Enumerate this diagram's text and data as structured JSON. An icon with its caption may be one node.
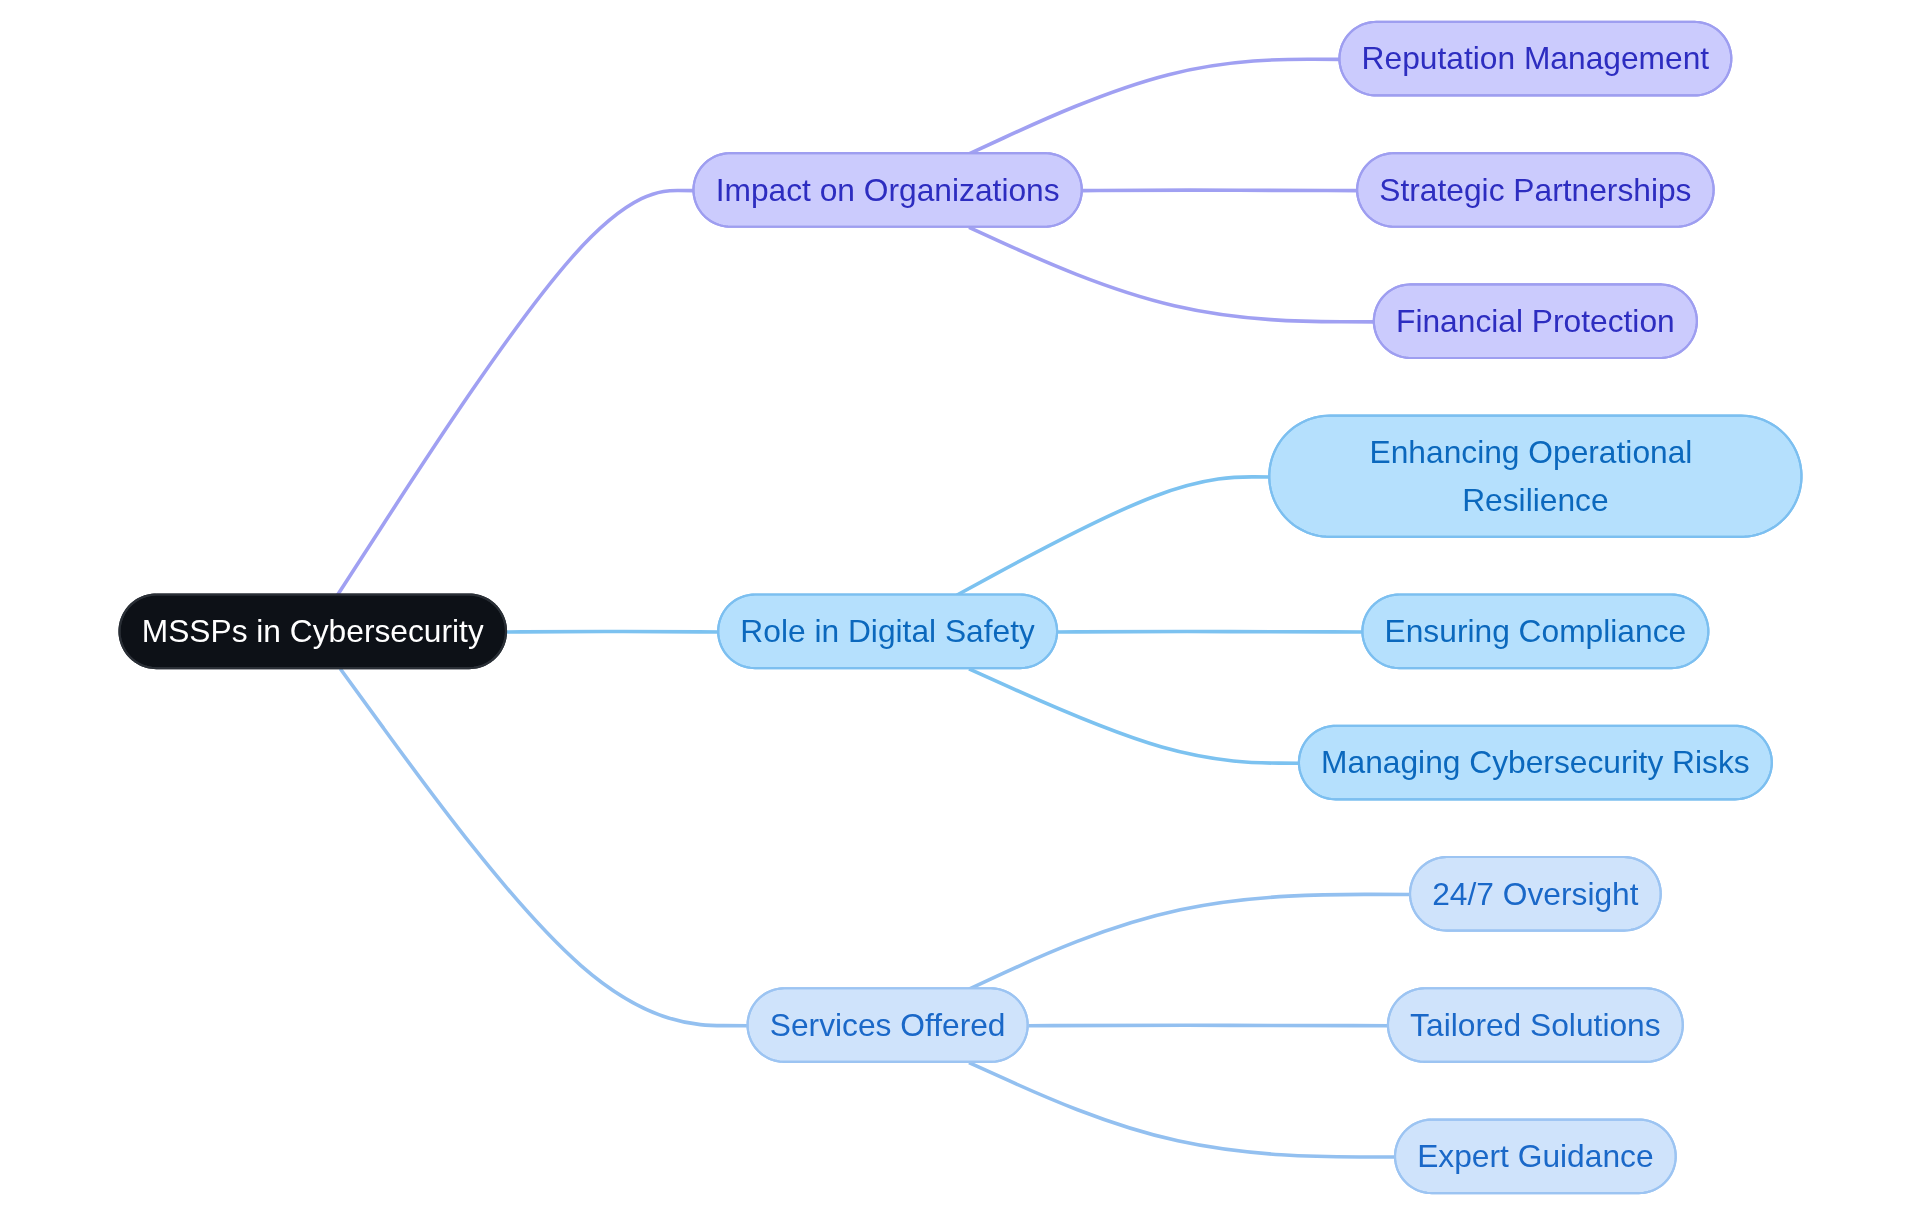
{
  "diagram": {
    "nodes": [
      {
        "text": [
          "MSSPs in Cybersecurity"
        ]
      },
      {
        "text": [
          "Impact on Organizations"
        ]
      },
      {
        "text": [
          "Reputation Management"
        ]
      },
      {
        "text": [
          "Strategic Partnerships"
        ]
      },
      {
        "text": [
          "Financial Protection"
        ]
      },
      {
        "text": [
          "Role in Digital Safety"
        ]
      },
      {
        "text": [
          "Enhancing Operational Resilience"
        ]
      },
      {
        "text": [
          "Ensuring Compliance"
        ]
      },
      {
        "text": [
          "Managing Cybersecurity Risks"
        ]
      },
      {
        "text": [
          "Services Offered"
        ]
      },
      {
        "text": [
          "24/7 Oversight"
        ]
      },
      {
        "text": [
          "Tailored Solutions"
        ]
      },
      {
        "text": [
          "Expert Guidance"
        ]
      }
    ],
    "edges": [
      {
        "from": 0,
        "to": 1,
        "arrow": "none",
        "color": "#a0a0f2"
      },
      {
        "from": 1,
        "to": 2,
        "arrow": "none",
        "color": "#a0a0f2"
      },
      {
        "from": 1,
        "to": 3,
        "arrow": "none",
        "color": "#a0a0f2"
      },
      {
        "from": 1,
        "to": 4,
        "arrow": "none",
        "color": "#a0a0f2"
      },
      {
        "from": 0,
        "to": 5,
        "arrow": "none",
        "color": "#7cc2f0"
      },
      {
        "from": 5,
        "to": 6,
        "arrow": "none",
        "color": "#7cc2f0"
      },
      {
        "from": 5,
        "to": 7,
        "arrow": "none",
        "color": "#7cc2f0"
      },
      {
        "from": 5,
        "to": 8,
        "arrow": "none",
        "color": "#7cc2f0"
      },
      {
        "from": 0,
        "to": 9,
        "arrow": "none",
        "color": "#93c0f0"
      },
      {
        "from": 9,
        "to": 10,
        "arrow": "none",
        "color": "#93c0f0"
      },
      {
        "from": 9,
        "to": 11,
        "arrow": "none",
        "color": "#93c0f0"
      },
      {
        "from": 9,
        "to": 12,
        "arrow": "none",
        "color": "#93c0f0"
      }
    ]
  }
}
